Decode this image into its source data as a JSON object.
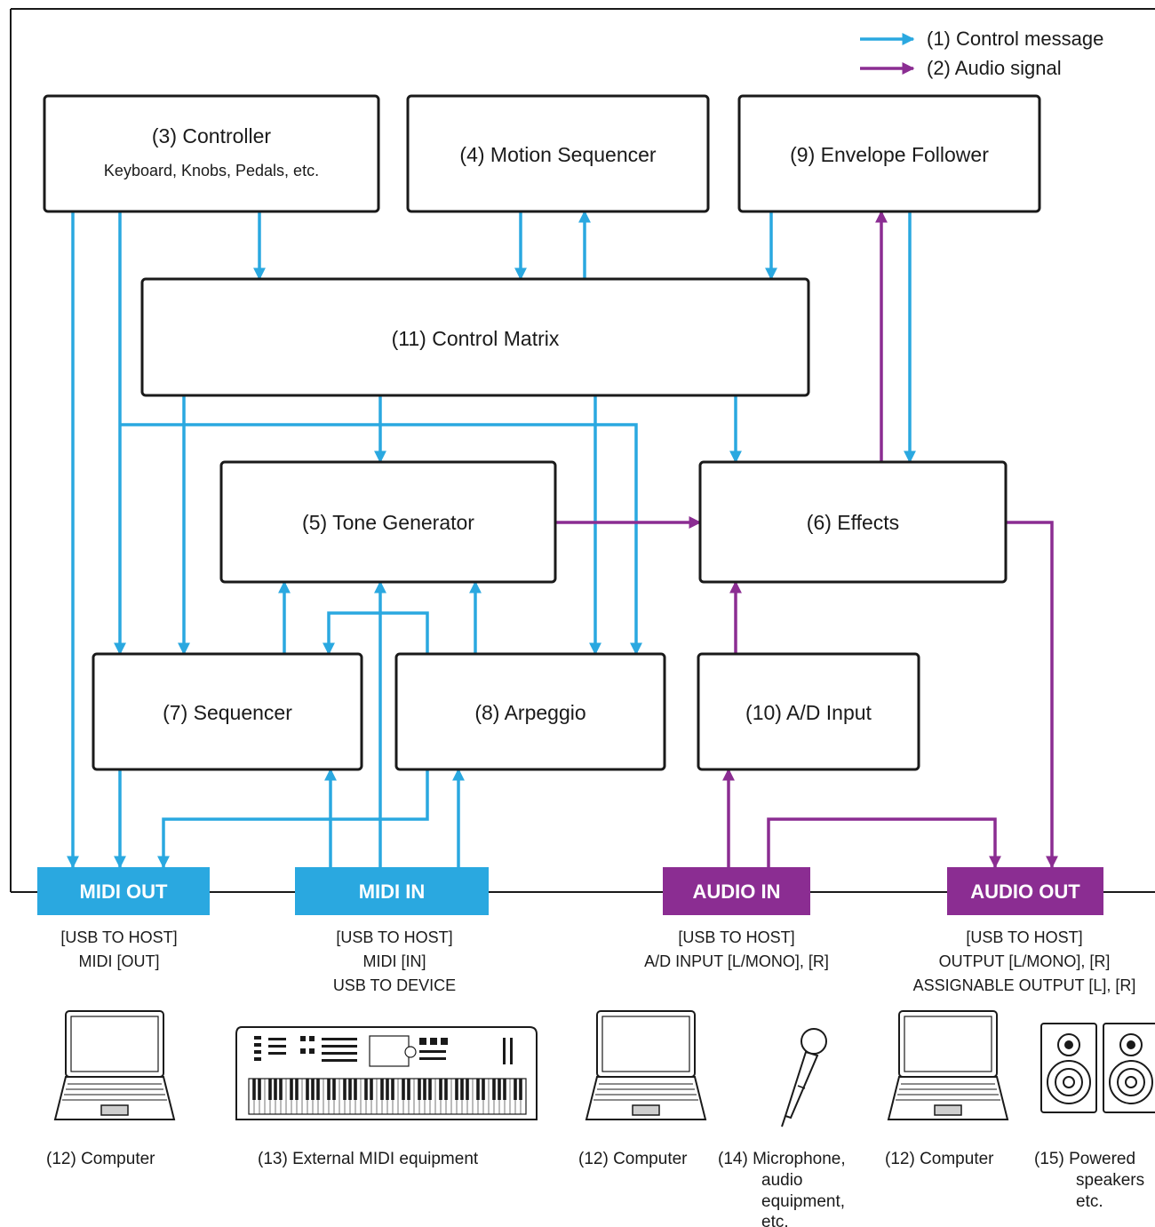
{
  "colors": {
    "control": "#2aa8e0",
    "audio": "#8b2d92",
    "border": "#1a1a1a"
  },
  "legend": {
    "control_message": "(1) Control message",
    "audio_signal": "(2) Audio signal"
  },
  "blocks": {
    "controller": {
      "title": "(3) Controller",
      "subtitle": "Keyboard, Knobs, Pedals, etc."
    },
    "motion_sequencer": {
      "title": "(4) Motion Sequencer"
    },
    "envelope_follower": {
      "title": "(9) Envelope Follower"
    },
    "control_matrix": {
      "title": "(11) Control Matrix"
    },
    "tone_generator": {
      "title": "(5) Tone Generator"
    },
    "effects": {
      "title": "(6) Effects"
    },
    "sequencer": {
      "title": "(7) Sequencer"
    },
    "arpeggio": {
      "title": "(8) Arpeggio"
    },
    "ad_input": {
      "title": "(10) A/D Input"
    }
  },
  "ports": {
    "midi_out": {
      "label": "MIDI OUT",
      "desc": [
        "[USB TO HOST]",
        "MIDI [OUT]"
      ]
    },
    "midi_in": {
      "label": "MIDI IN",
      "desc": [
        "[USB TO HOST]",
        "MIDI [IN]",
        "USB TO DEVICE"
      ]
    },
    "audio_in": {
      "label": "AUDIO IN",
      "desc": [
        "[USB TO HOST]",
        "A/D INPUT [L/MONO], [R]"
      ]
    },
    "audio_out": {
      "label": "AUDIO OUT",
      "desc": [
        "[USB TO HOST]",
        "OUTPUT [L/MONO], [R]",
        "ASSIGNABLE OUTPUT [L], [R]"
      ]
    }
  },
  "devices": {
    "computer_1": {
      "icon": "laptop-icon",
      "label": [
        "(12) Computer"
      ]
    },
    "midi_equipment": {
      "icon": "keyboard-synth-icon",
      "label": [
        "(13) External MIDI equipment"
      ]
    },
    "computer_2": {
      "icon": "laptop-icon",
      "label": [
        "(12) Computer"
      ]
    },
    "microphone": {
      "icon": "microphone-icon",
      "label": [
        "(14) Microphone,",
        "audio",
        "equipment,",
        "etc."
      ]
    },
    "computer_3": {
      "icon": "laptop-icon",
      "label": [
        "(12) Computer"
      ]
    },
    "speakers": {
      "icon": "speaker-icon",
      "label": [
        "(15) Powered",
        "speakers",
        "etc."
      ]
    }
  }
}
